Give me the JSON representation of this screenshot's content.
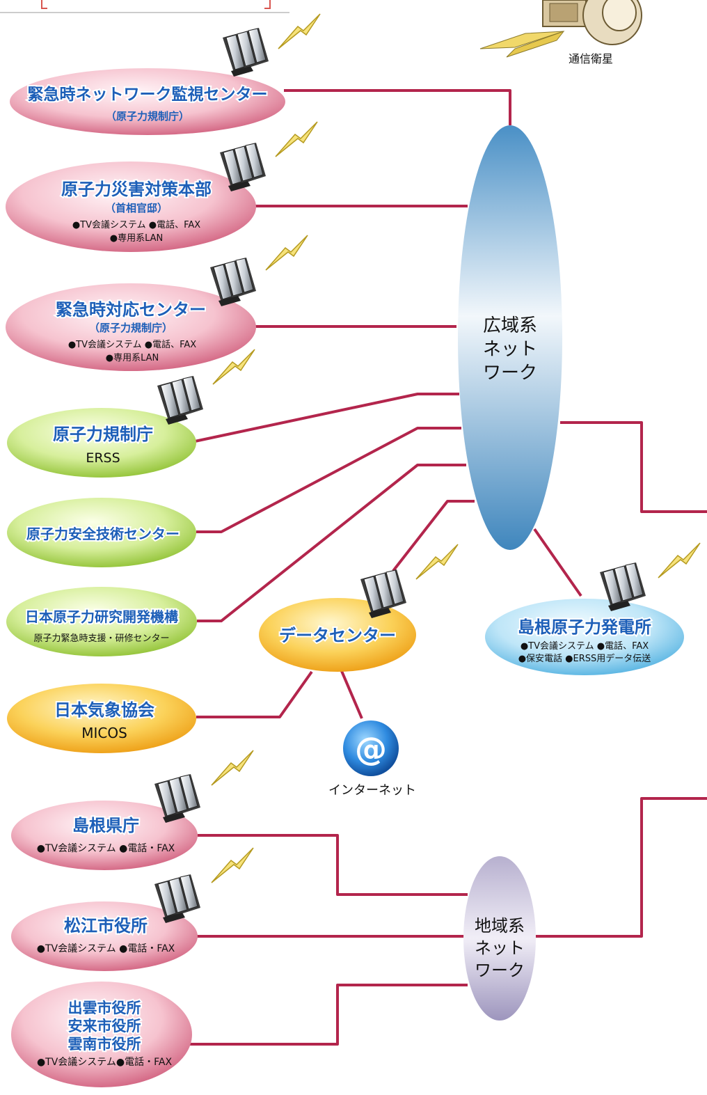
{
  "satellite": {
    "label": "通信衛星"
  },
  "networks": {
    "wide": {
      "lines": [
        "広域系",
        "ネット",
        "ワーク"
      ]
    },
    "regional": {
      "lines": [
        "地域系",
        "ネット",
        "ワーク"
      ]
    }
  },
  "nodes": {
    "monitor": {
      "title": "緊急時ネットワーク監視センター",
      "sub": "（原子力規制庁）"
    },
    "hq": {
      "title": "原子力災害対策本部",
      "sub": "（首相官邸）",
      "line1": "●TV会議システム ●電話、FAX",
      "line2": "●専用系LAN"
    },
    "response": {
      "title": "緊急時対応センター",
      "sub": "（原子力規制庁）",
      "line1": "●TV会議システム ●電話、FAX",
      "line2": "●専用系LAN"
    },
    "nra": {
      "title": "原子力規制庁",
      "sub": "ERSS"
    },
    "safety": {
      "title": "原子力安全技術センター"
    },
    "jaea": {
      "title": "日本原子力研究開発機構",
      "sub": "原子力緊急時支援・研修センター"
    },
    "weather": {
      "title": "日本気象協会",
      "sub": "MICOS"
    },
    "datacenter": {
      "title": "データセンター"
    },
    "internet": {
      "symbol": "@",
      "label": "インターネット"
    },
    "plant": {
      "title": "島根原子力発電所",
      "line1": "●TV会議システム ●電話、FAX",
      "line2": "●保安電話 ●ERSS用データ伝送"
    },
    "prefecture": {
      "title": "島根県庁",
      "line1": "●TV会議システム ●電話・FAX"
    },
    "matsue": {
      "title": "松江市役所",
      "line1": "●TV会議システム ●電話・FAX"
    },
    "cities": {
      "title1": "出雲市役所",
      "title2": "安来市役所",
      "title3": "雲南市役所",
      "line1": "●TV会議システム●電話・FAX"
    }
  },
  "colors": {
    "link": "#b3254c",
    "title_text": "#1d5fb8"
  }
}
